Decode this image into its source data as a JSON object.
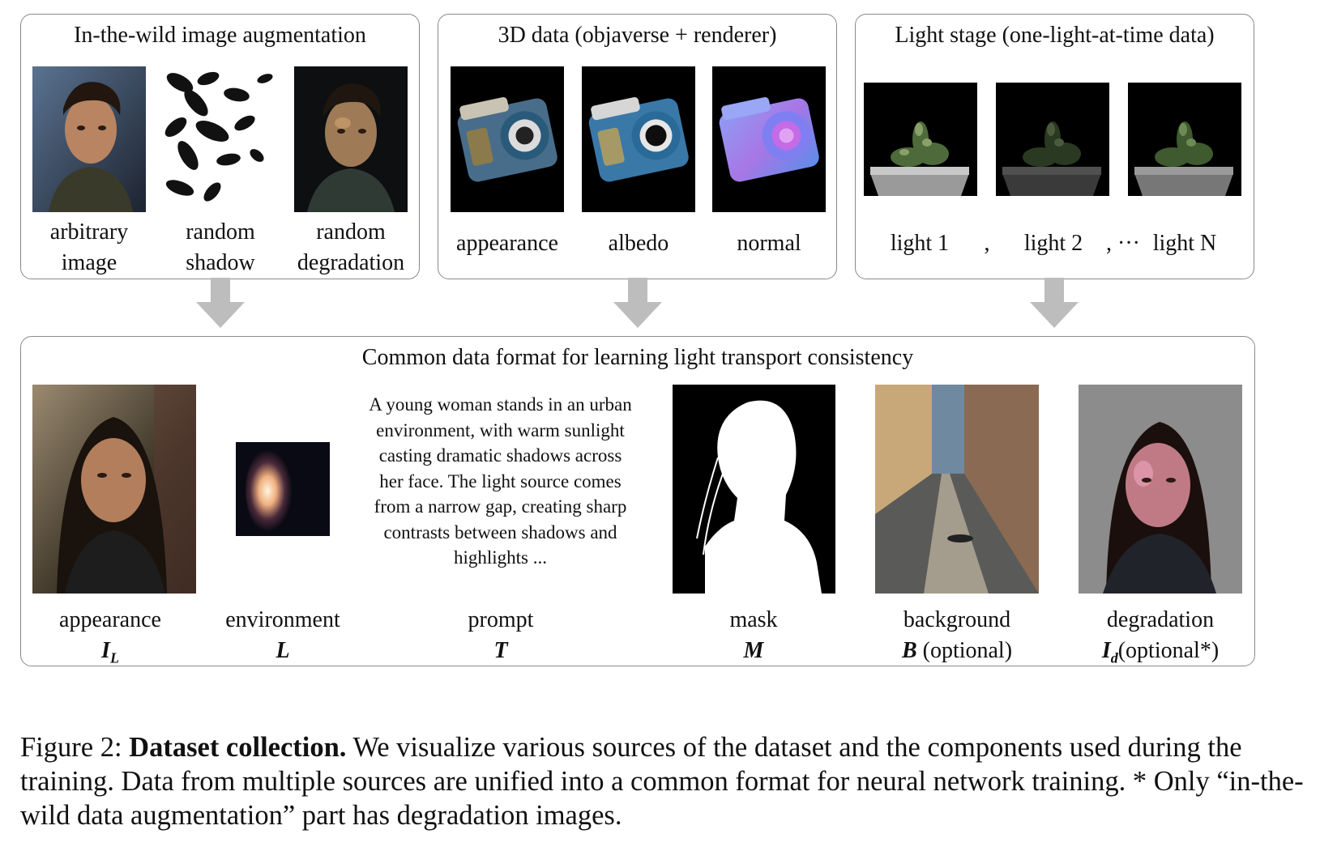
{
  "panels": {
    "wild": {
      "title": "In-the-wild image augmentation",
      "items": [
        {
          "line1": "arbitrary",
          "line2": "image"
        },
        {
          "line1": "random",
          "line2": "shadow"
        },
        {
          "line1": "random",
          "line2": "degradation"
        }
      ]
    },
    "objaverse": {
      "title": "3D data (objaverse + renderer)",
      "items": [
        "appearance",
        "albedo",
        "normal"
      ]
    },
    "lightstage": {
      "title": "Light stage (one-light-at-time data)",
      "items": [
        "light 1",
        "light 2",
        "light N"
      ],
      "sep1": ",",
      "sep2": ", ···"
    }
  },
  "common": {
    "title": "Common data format for learning light transport consistency",
    "prompt_text": "A young woman stands in an urban environment, with warm sunlight casting dramatic shadows across her face. The light source comes from a narrow gap, creating sharp contrasts between shadows and highlights ...",
    "items": [
      {
        "name": "appearance",
        "symbol": "I",
        "sub": "L",
        "suffix": ""
      },
      {
        "name": "environment",
        "symbol": "L",
        "sub": "",
        "suffix": ""
      },
      {
        "name": "prompt",
        "symbol": "T",
        "sub": "",
        "suffix": ""
      },
      {
        "name": "mask",
        "symbol": "M",
        "sub": "",
        "suffix": ""
      },
      {
        "name": "background",
        "symbol": "B",
        "sub": "",
        "suffix": " (optional)"
      },
      {
        "name": "degradation",
        "symbol": "I",
        "sub": "d",
        "suffix": "(optional*)"
      }
    ]
  },
  "caption": {
    "prefix": "Figure 2: ",
    "bold": "Dataset collection.",
    "text": " We visualize various sources of the dataset and the components used during the training. Data from multiple sources are unified into a common format for neural network training. * Only “in-the-wild data augmentation” part has degradation images."
  }
}
